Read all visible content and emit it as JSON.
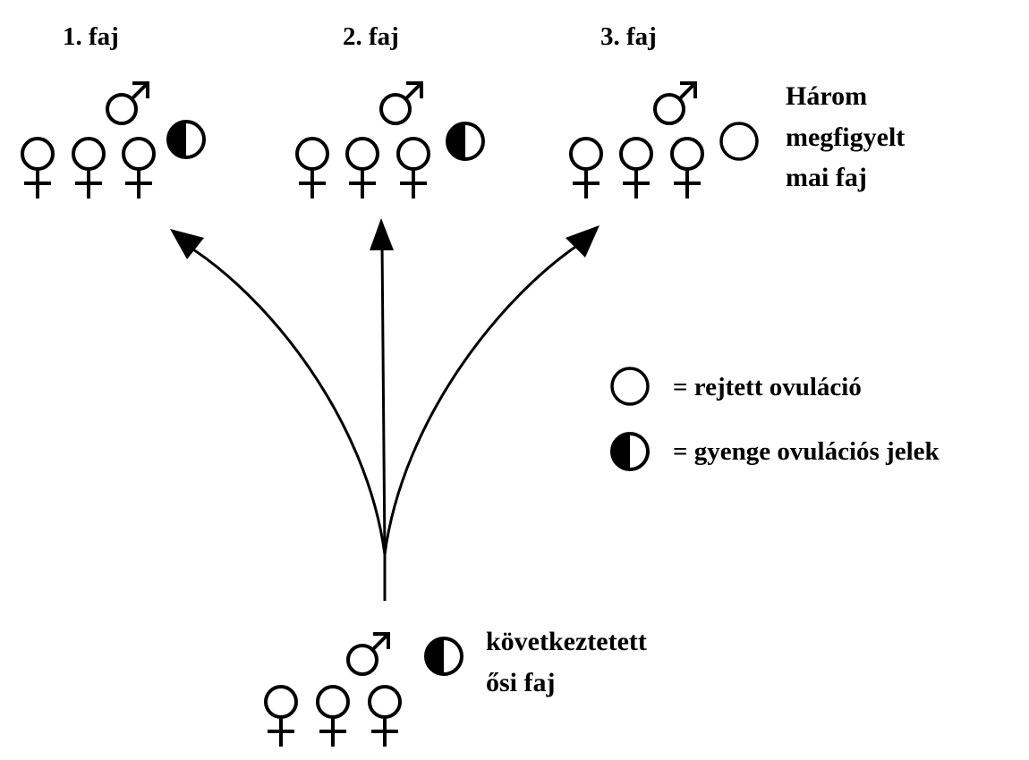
{
  "species": [
    {
      "label": "1. faj",
      "ovulation": "weak",
      "females": 3,
      "males": 1
    },
    {
      "label": "2. faj",
      "ovulation": "weak",
      "females": 3,
      "males": 1
    },
    {
      "label": "3. faj",
      "ovulation": "concealed",
      "females": 3,
      "males": 1
    }
  ],
  "modern_caption": [
    "Három",
    "megfigyelt",
    "mai faj"
  ],
  "ancestor": {
    "caption": [
      "következtetett",
      "ősi faj"
    ],
    "ovulation": "weak",
    "females": 3,
    "males": 1
  },
  "legend": [
    {
      "symbol": "concealed",
      "text": "= rejtett ovuláció"
    },
    {
      "symbol": "weak",
      "text": "= gyenge ovulációs jelek"
    }
  ],
  "colors": {
    "ink": "#000000",
    "background": "#ffffff"
  },
  "icons": {
    "female": "venus-symbol",
    "male": "mars-symbol",
    "concealed": "open-circle",
    "weak": "half-filled-circle"
  }
}
